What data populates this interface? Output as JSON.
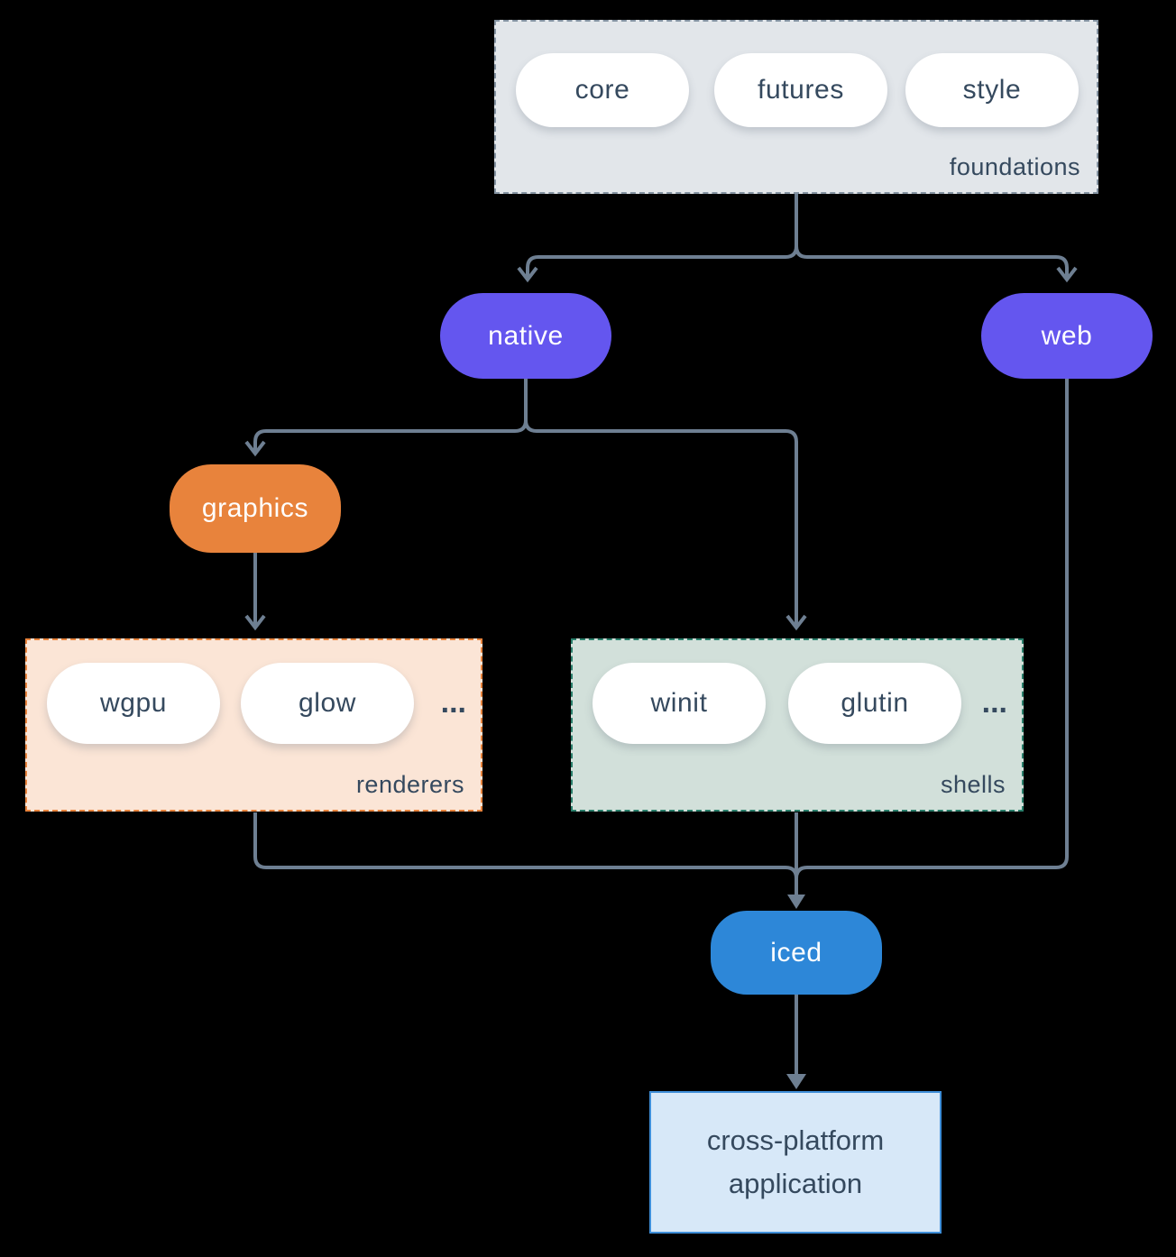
{
  "groups": {
    "foundations": {
      "label": "foundations",
      "items": [
        "core",
        "futures",
        "style"
      ]
    },
    "renderers": {
      "label": "renderers",
      "items": [
        "wgpu",
        "glow"
      ],
      "ellipsis": "..."
    },
    "shells": {
      "label": "shells",
      "items": [
        "winit",
        "glutin"
      ],
      "ellipsis": "..."
    }
  },
  "nodes": {
    "native": {
      "label": "native"
    },
    "web": {
      "label": "web"
    },
    "graphics": {
      "label": "graphics"
    },
    "iced": {
      "label": "iced"
    },
    "application": {
      "label": "cross-platform application"
    }
  },
  "edges": [
    {
      "from": "foundations",
      "to": "native"
    },
    {
      "from": "foundations",
      "to": "web"
    },
    {
      "from": "native",
      "to": "graphics"
    },
    {
      "from": "native",
      "to": "shells"
    },
    {
      "from": "graphics",
      "to": "renderers"
    },
    {
      "from": "renderers",
      "to": "iced"
    },
    {
      "from": "shells",
      "to": "iced"
    },
    {
      "from": "web",
      "to": "iced"
    },
    {
      "from": "iced",
      "to": "application"
    }
  ],
  "colors": {
    "background": "#000000",
    "connector": "#6e7f92",
    "text_dark": "#35495e",
    "pill_white": "#ffffff",
    "accent_purple": "#6456ef",
    "accent_orange": "#e8833c",
    "accent_blue": "#2d87d8",
    "foundations_fill": "#e2e6ea",
    "foundations_border": "#8493a2",
    "renderers_fill": "#fbe5d6",
    "renderers_border": "#e8833c",
    "shells_fill": "#d2e0da",
    "shells_border": "#2a7f6b",
    "application_fill": "#d7e8f8",
    "application_border": "#3e8ed8"
  }
}
